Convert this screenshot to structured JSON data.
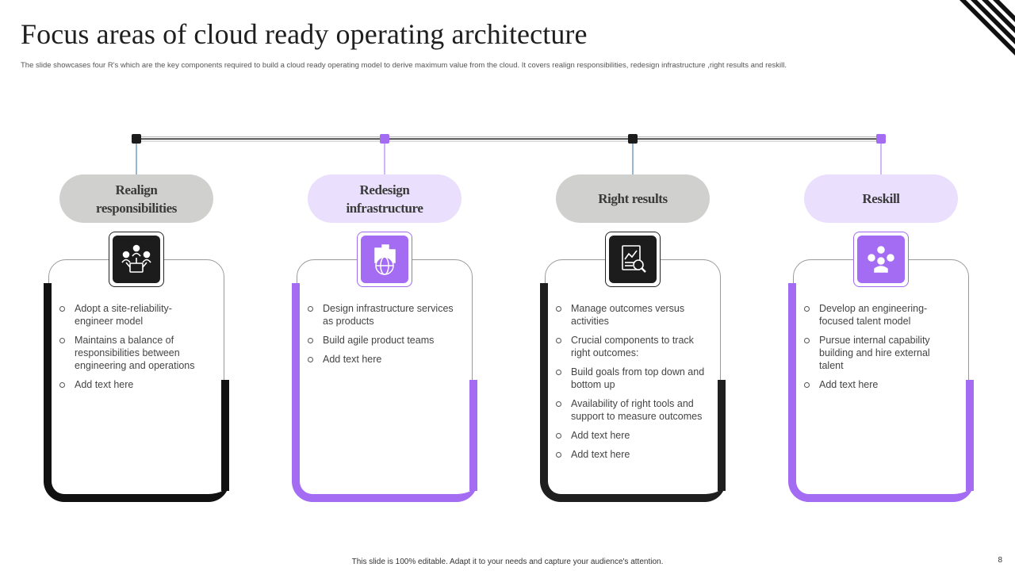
{
  "title": "Focus areas of cloud ready operating architecture",
  "subtitle": "The slide showcases four R's which are the key components required to build a cloud ready operating model to derive maximum  value from the cloud. It covers realign responsibilities, redesign infrastructure ,right results and reskill.",
  "footer": "This slide is 100% editable.  Adapt it to your needs and capture your audience's attention.",
  "page_number": "8",
  "colors": {
    "dark": "#1c1c1c",
    "purple": "#a46cf3",
    "grey_pill": "#d0d1cf",
    "lavender_pill": "#eadffc"
  },
  "columns": [
    {
      "heading_line1": "Realign",
      "heading_line2": "responsibilities",
      "icon": "team-hierarchy-icon",
      "items": [
        "Adopt a site-reliability- engineer model",
        "Maintains a balance of responsibilities between engineering  and operations",
        "Add text here"
      ]
    },
    {
      "heading_line1": "Redesign",
      "heading_line2": "infrastructure",
      "icon": "building-globe-icon",
      "items": [
        "Design infrastructure services as products",
        "Build agile product teams",
        "Add text here"
      ]
    },
    {
      "heading_line1": "Right results",
      "heading_line2": "",
      "icon": "report-search-icon",
      "items": [
        "Manage outcomes versus activities",
        "Crucial  components to track right outcomes:",
        "Build goals from top down and bottom up",
        "Availability of right tools and support to measure outcomes",
        "Add text here",
        "Add text here"
      ]
    },
    {
      "heading_line1": "Reskill",
      "heading_line2": "",
      "icon": "talent-skills-icon",
      "items": [
        "Develop  an engineering- focused talent model",
        "Pursue internal capability building and hire external talent",
        "Add text here"
      ]
    }
  ]
}
